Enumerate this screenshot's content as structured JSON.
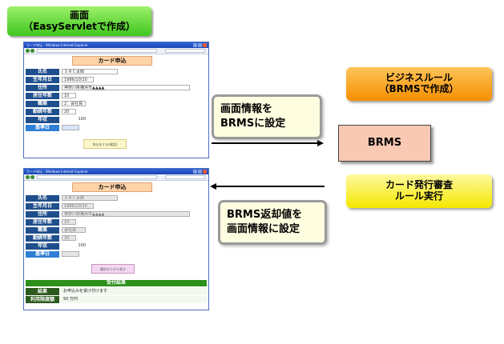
{
  "labels": {
    "top_left_line1": "画面",
    "top_left_line2": "（EasyServletで作成）",
    "business_rule_line1": "ビジネスルール",
    "business_rule_line2": "（BRMSで作成）",
    "brms": "BRMS",
    "card_review_line1": "カード発行審査",
    "card_review_line2": "ルール実行",
    "note1_line1": "画面情報を",
    "note1_line2": "BRMSに設定",
    "note2_line1": "BRMS返却値を",
    "note2_line2": "画面情報に設定"
  },
  "browser1": {
    "title": "カード申込 - Windows Internet Explorer",
    "form_title": "カード申込",
    "fields": [
      {
        "label": "氏名",
        "value": "ＳＲＣ太郎"
      },
      {
        "label": "生年月日",
        "value": "1986/10/10"
      },
      {
        "label": "住所",
        "value": "神奈川県横浜市▲▲▲▲"
      },
      {
        "label": "居住年数",
        "value": "10"
      },
      {
        "label": "職業",
        "value": "2：会社員"
      },
      {
        "label": "勤続年数",
        "value": "20"
      },
      {
        "label": "年収",
        "value": "100"
      },
      {
        "label": "基準日",
        "value": ""
      }
    ],
    "button": "申込をする(確認)"
  },
  "browser2": {
    "title": "カード申込 - Windows Internet Explorer",
    "form_title": "カード申込",
    "fields": [
      {
        "label": "氏名",
        "value": "ＳＲＣ太郎"
      },
      {
        "label": "生年月日",
        "value": "1986/10/10"
      },
      {
        "label": "住所",
        "value": "神奈川県横浜市▲▲▲▲"
      },
      {
        "label": "居住年数",
        "value": "10"
      },
      {
        "label": "職業",
        "value": "会社員"
      },
      {
        "label": "勤続年数",
        "value": "20"
      },
      {
        "label": "年収",
        "value": "100"
      },
      {
        "label": "基準日",
        "value": ""
      }
    ],
    "button": "最初からやり直す",
    "result_title": "受付結果",
    "results": [
      {
        "label": "結果",
        "value": "お申込みを受け付けます"
      },
      {
        "label": "利用限度額",
        "value": "50 万円"
      }
    ]
  }
}
